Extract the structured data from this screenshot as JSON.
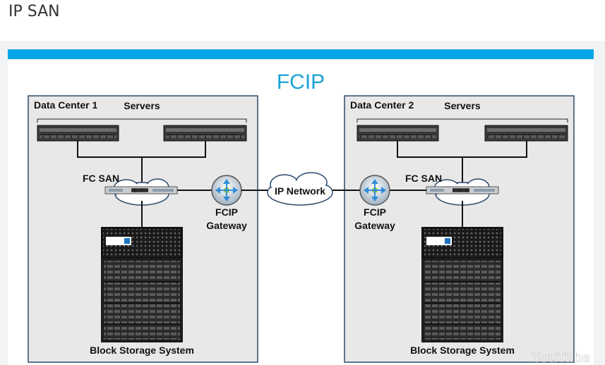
{
  "page": {
    "title": "IP SAN"
  },
  "diagram": {
    "title": "FCIP",
    "accent_color": "#00a6e6",
    "title_color": "#1ba3d6",
    "left_site": {
      "name": "Data Center 1",
      "servers_label": "Servers",
      "san_label": "FC SAN",
      "gateway_label_line1": "FCIP",
      "gateway_label_line2": "Gateway",
      "storage_label": "Block Storage System"
    },
    "right_site": {
      "name": "Data Center 2",
      "servers_label": "Servers",
      "san_label": "FC SAN",
      "gateway_label_line1": "FCIP",
      "gateway_label_line2": "Gateway",
      "storage_label": "Block Storage System"
    },
    "network_label": "IP Network",
    "watermark": "YouTube"
  }
}
